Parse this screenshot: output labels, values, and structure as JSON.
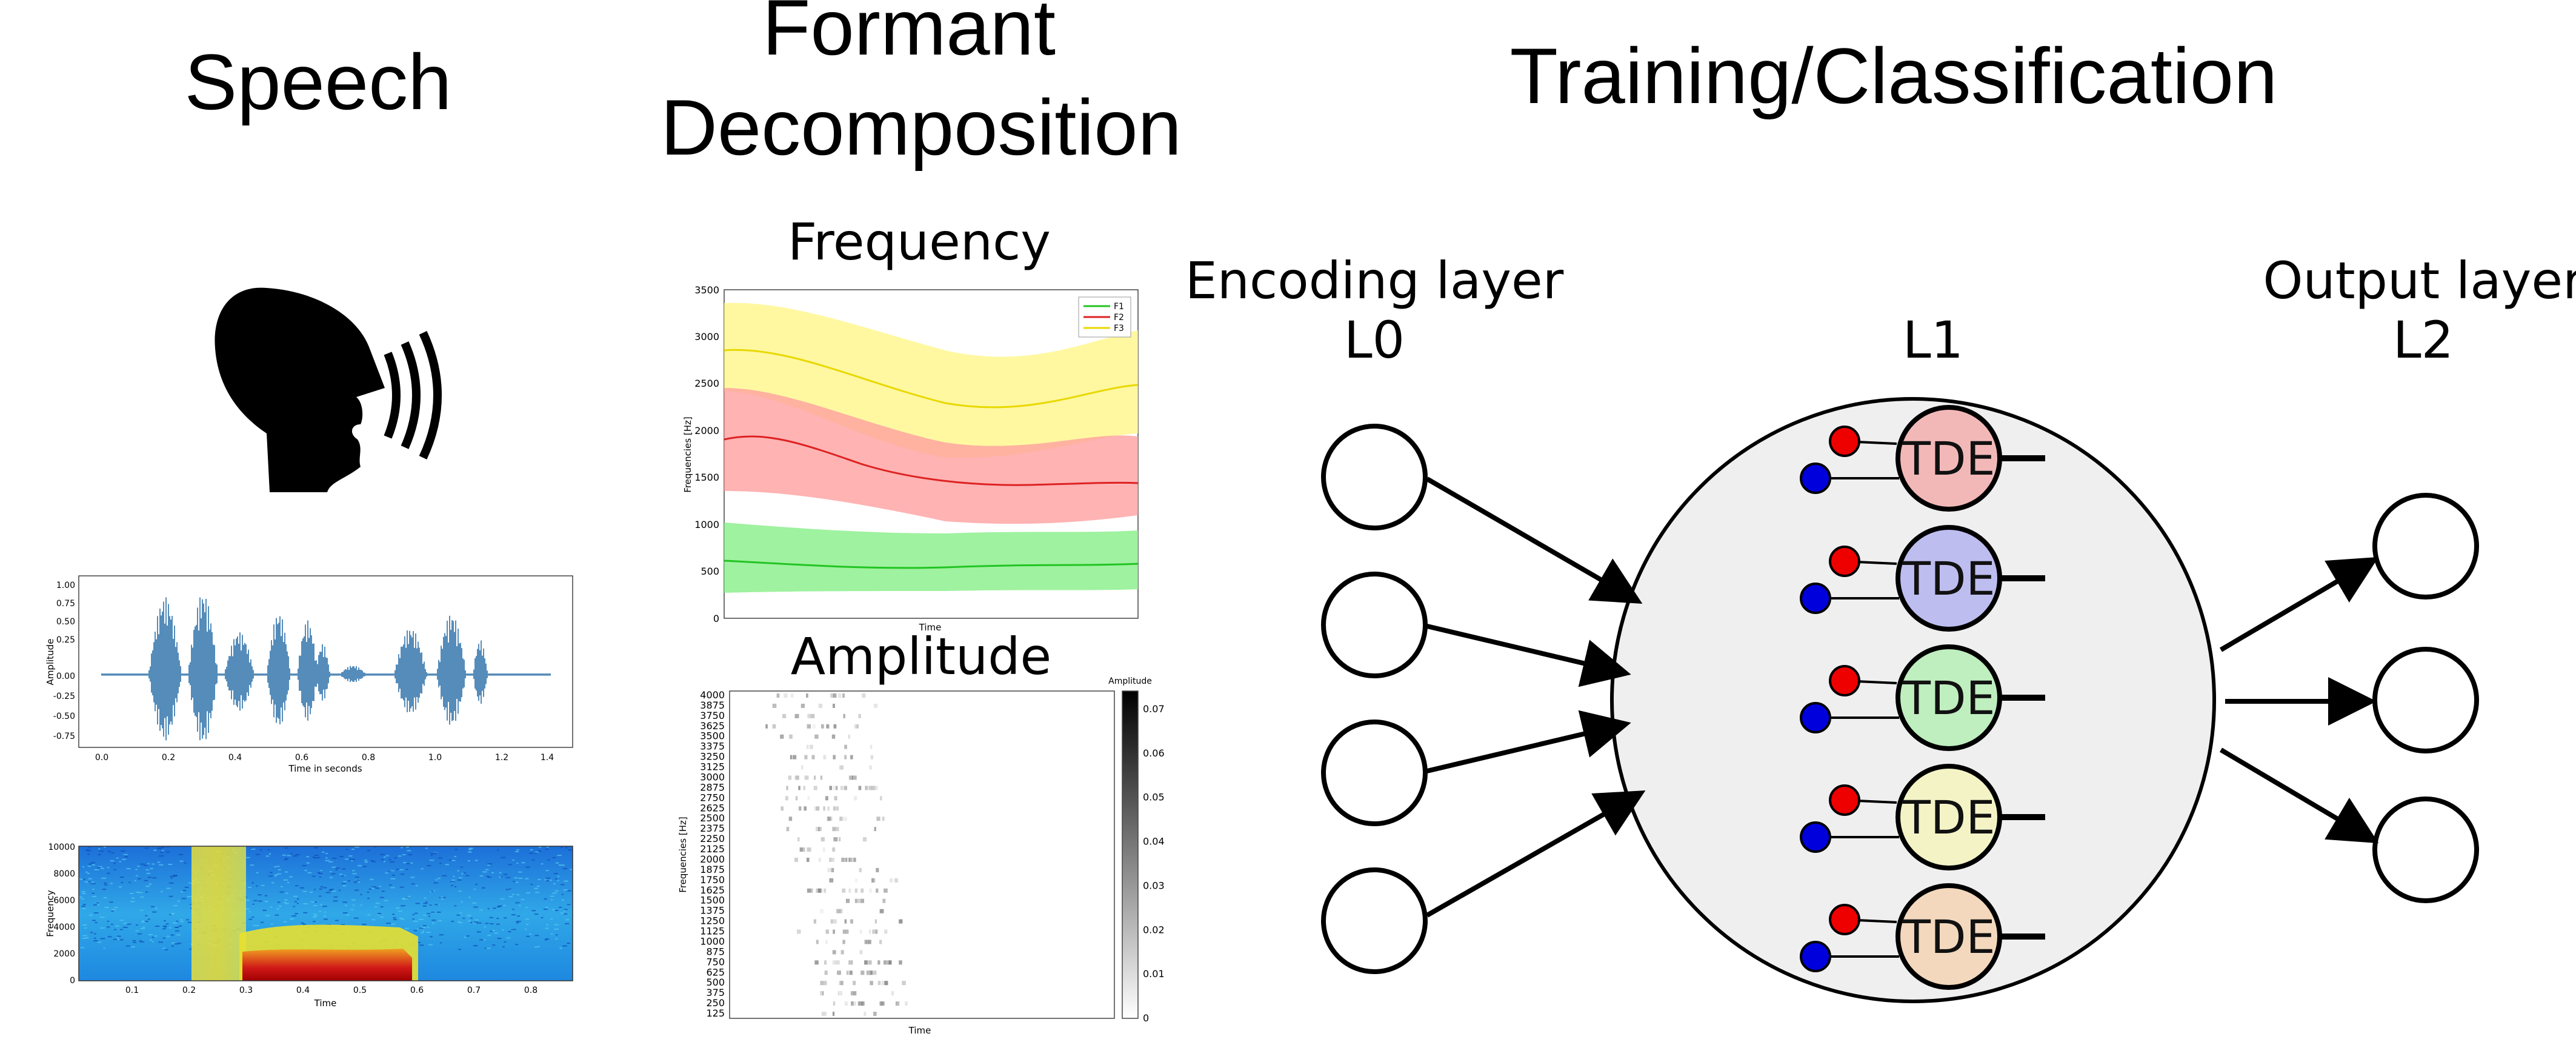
{
  "titles": {
    "speech": "Speech",
    "formant_line1": "Formant",
    "formant_line2": "Decomposition",
    "training": "Training/Classification"
  },
  "formant_plot": {
    "title": "Frequency",
    "ylabel": "Frequencies [Hz]",
    "xlabel": "Time",
    "yticks": [
      "0",
      "500",
      "1000",
      "1500",
      "2000",
      "2500",
      "3000",
      "3500"
    ],
    "legend": [
      "F1",
      "F2",
      "F3"
    ],
    "colors": {
      "F1": "#22c422",
      "F2": "#dd2222",
      "F3": "#e8d800"
    }
  },
  "amplitude_plot": {
    "title": "Amplitude",
    "ylabel": "Frequencies [Hz]",
    "xlabel": "Time",
    "yticks": [
      "4000",
      "3875",
      "3750",
      "3625",
      "3500",
      "3375",
      "3250",
      "3125",
      "3000",
      "2875",
      "2750",
      "2625",
      "2500",
      "2375",
      "2250",
      "2125",
      "2000",
      "1875",
      "1750",
      "1625",
      "1500",
      "1375",
      "1250",
      "1125",
      "1000",
      "875",
      "750",
      "625",
      "500",
      "375",
      "250",
      "125"
    ],
    "colorbar_label": "Amplitude",
    "colorbar_ticks": [
      "0.07",
      "0.06",
      "0.05",
      "0.04",
      "0.03",
      "0.02",
      "0.01",
      "0"
    ]
  },
  "waveform_plot": {
    "ylabel": "Amplitude",
    "xlabel": "Time in seconds",
    "yticks": [
      "1.00",
      "0.75",
      "0.50",
      "0.25",
      "0.00",
      "-0.25",
      "-0.50",
      "-0.75"
    ],
    "xticks": [
      "0.0",
      "0.2",
      "0.4",
      "0.6",
      "0.8",
      "1.0",
      "1.2",
      "1.4"
    ]
  },
  "spectrogram_plot": {
    "ylabel": "Frequency",
    "xlabel": "Time",
    "yticks": [
      "10000",
      "8000",
      "6000",
      "4000",
      "2000",
      "0"
    ],
    "xticks": [
      "0.1",
      "0.2",
      "0.3",
      "0.4",
      "0.5",
      "0.6",
      "0.7",
      "0.8"
    ]
  },
  "network": {
    "encoding_label_line1": "Encoding layer",
    "encoding_label_line2": "L0",
    "hidden_label": "L1",
    "output_label_line1": "Output layer",
    "output_label_line2": "L2",
    "tde_units": [
      {
        "label": "TDE",
        "color": "#f2b8b8"
      },
      {
        "label": "TDE",
        "color": "#bdbdf0"
      },
      {
        "label": "TDE",
        "color": "#bfeebf"
      },
      {
        "label": "TDE",
        "color": "#f3f3c6"
      },
      {
        "label": "TDE",
        "color": "#f3d8bd"
      }
    ],
    "facilitatory_color": "#ee0000",
    "trigger_color": "#0000dd",
    "hidden_fill": "#efefef"
  }
}
